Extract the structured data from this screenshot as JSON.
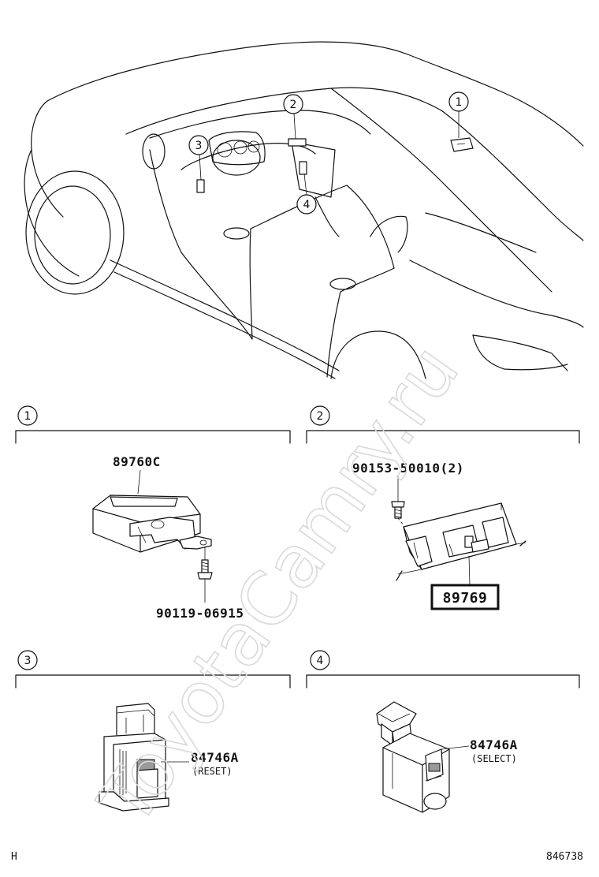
{
  "watermark": "ToyotaCamry.ru",
  "overview": {
    "callouts": [
      "1",
      "2",
      "3",
      "4"
    ]
  },
  "sections": [
    {
      "number": "1",
      "parts": [
        {
          "part_no": "89760C"
        },
        {
          "part_no": "90119-06915"
        }
      ]
    },
    {
      "number": "2",
      "parts": [
        {
          "part_no": "90153-50010(2)"
        },
        {
          "part_no": "89769"
        }
      ]
    },
    {
      "number": "3",
      "parts": [
        {
          "part_no": "84746A",
          "sub_label": "(RESET)"
        }
      ]
    },
    {
      "number": "4",
      "parts": [
        {
          "part_no": "84746A",
          "sub_label": "(SELECT)"
        }
      ]
    }
  ],
  "footer": {
    "left": "H",
    "right": "846738"
  }
}
